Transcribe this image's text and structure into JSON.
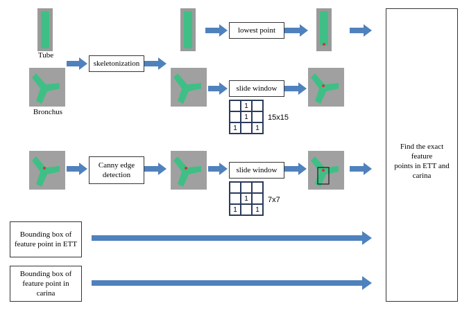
{
  "labels": {
    "tube": "Tube",
    "bronchus": "Bronchus"
  },
  "boxes": {
    "skeletonization": "skeletonization",
    "lowest_point": "lowest point",
    "slide_window_1": "slide window",
    "canny": "Canny edge\ndetection",
    "slide_window_2": "slide window",
    "bbox_ett": "Bounding box of\nfeature point in ETT",
    "bbox_carina": "Bounding box of\nfeature point in carina",
    "final": "Find the exact feature\npoints in ETT and\ncarina"
  },
  "kernels": {
    "k15": {
      "label": "15x15",
      "cells": [
        "",
        "1",
        "",
        "",
        "1",
        "",
        "1",
        "",
        "1"
      ]
    },
    "k7": {
      "label": "7x7",
      "cells": [
        "",
        "",
        "",
        "",
        "1",
        "",
        "1",
        "",
        "1"
      ]
    }
  },
  "colors": {
    "arrow": "#4f81bd",
    "mask": "#3fbf86",
    "background": "#9a9a9a",
    "marker": "#e03030"
  }
}
